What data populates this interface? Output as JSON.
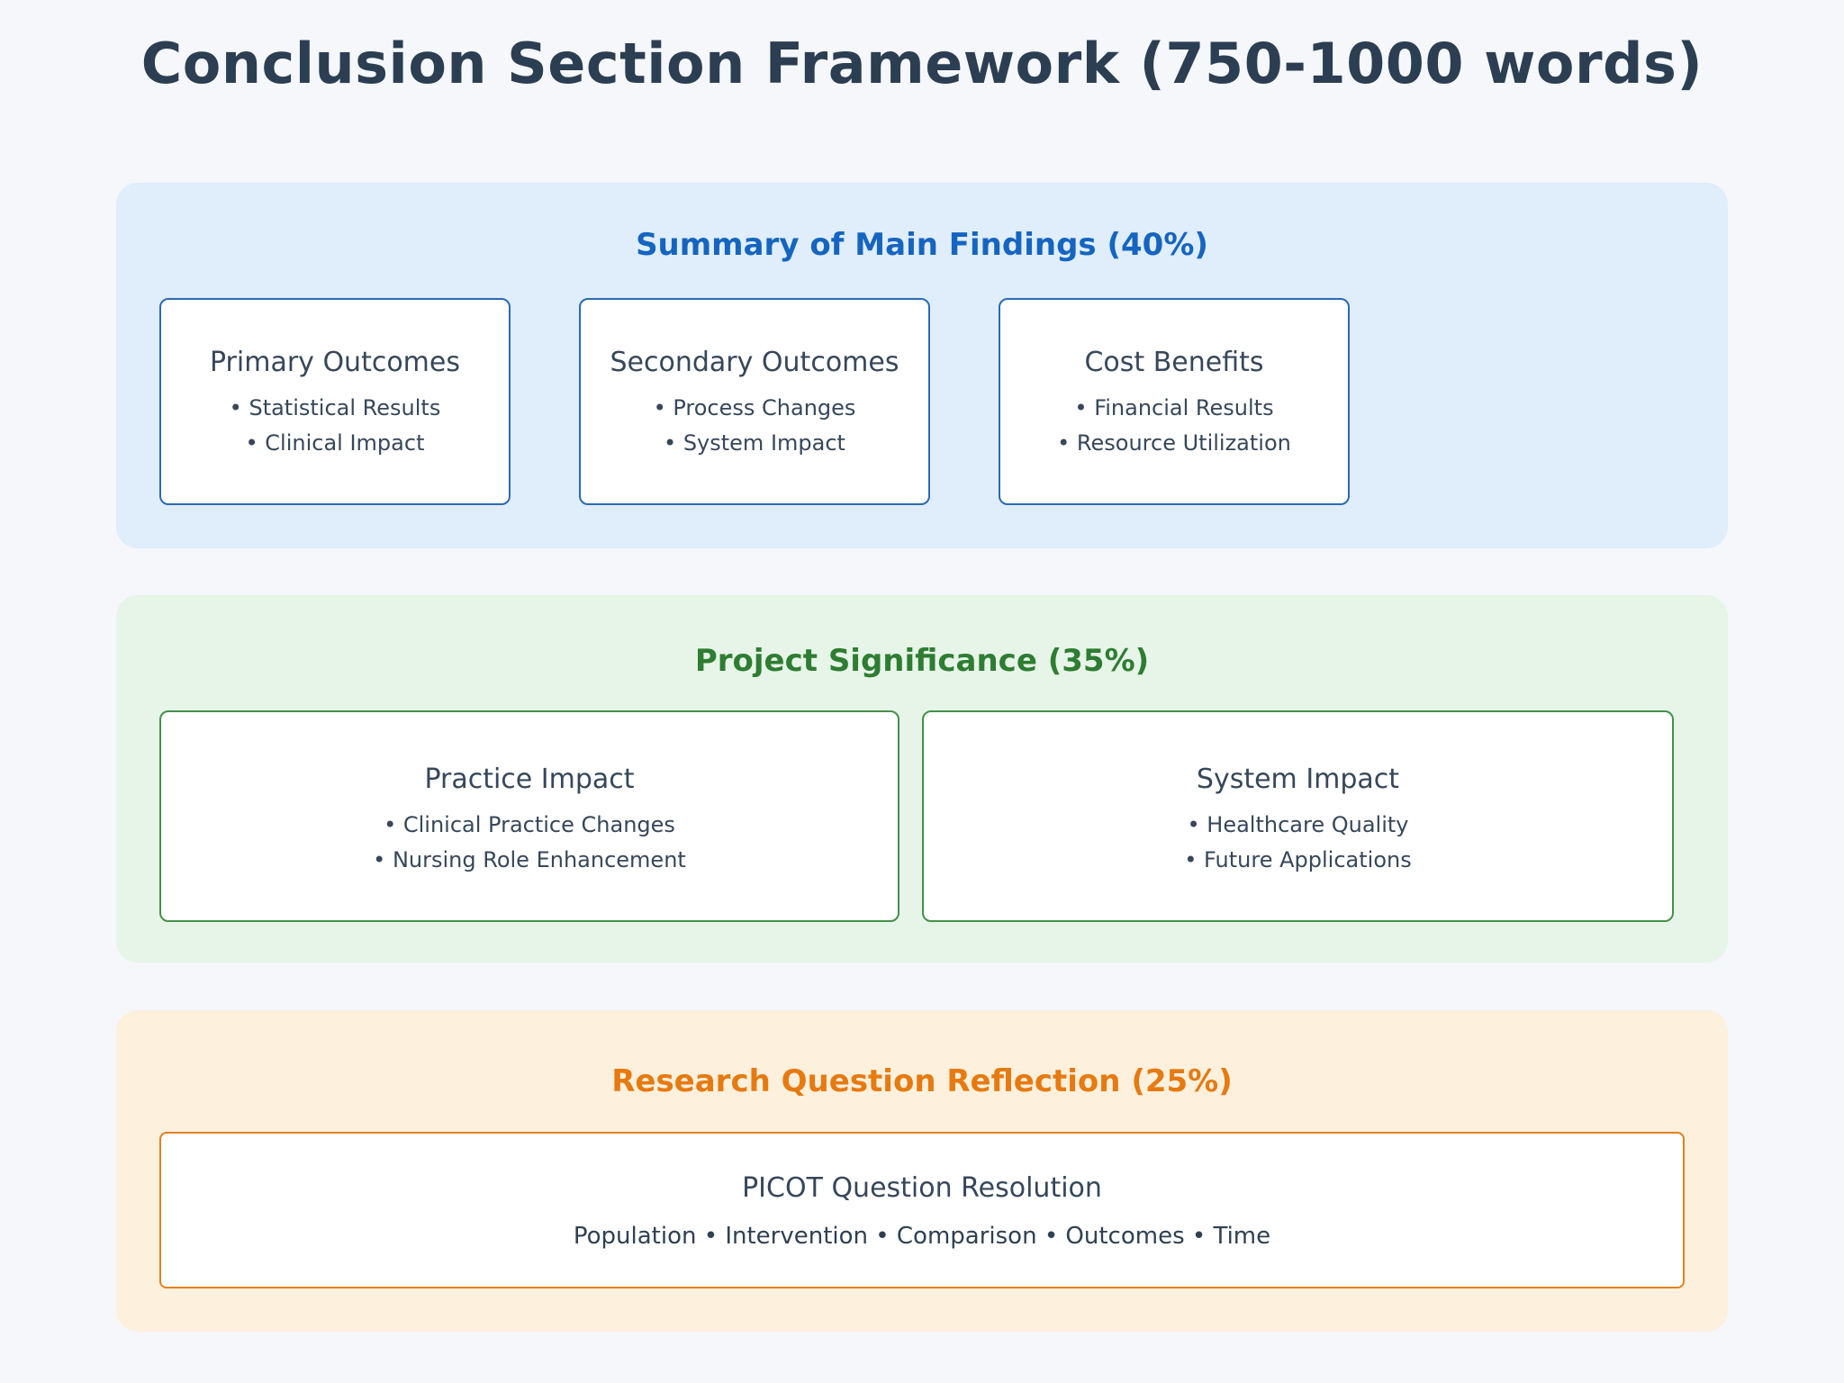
{
  "page": {
    "title": "Conclusion Section Framework (750-1000 words)"
  },
  "colors": {
    "page_background": "#f5f7fa",
    "title_text": "#2b3e52",
    "summary_bg": "#e0edfb",
    "summary_border": "#2a6ab5",
    "summary_header": "#1565c0",
    "significance_bg": "#e7f4e8",
    "significance_border": "#449148",
    "significance_header": "#2e7d32",
    "reflection_bg": "#fdf0dc",
    "reflection_border": "#e2811d",
    "reflection_header": "#e67a11",
    "card_text": "#37475a"
  },
  "sections": {
    "summary": {
      "header": "Summary of Main Findings (40%)",
      "cards": [
        {
          "title": "Primary Outcomes",
          "bullets": [
            "• Statistical Results",
            "• Clinical Impact"
          ]
        },
        {
          "title": "Secondary Outcomes",
          "bullets": [
            "• Process Changes",
            "• System Impact"
          ]
        },
        {
          "title": "Cost Benefits",
          "bullets": [
            "• Financial Results",
            "• Resource Utilization"
          ]
        }
      ]
    },
    "significance": {
      "header": "Project Significance (35%)",
      "cards": [
        {
          "title": "Practice Impact",
          "bullets": [
            "• Clinical Practice Changes",
            "• Nursing Role Enhancement"
          ]
        },
        {
          "title": "System Impact",
          "bullets": [
            "• Healthcare Quality",
            "• Future Applications"
          ]
        }
      ]
    },
    "reflection": {
      "header": "Research Question Reflection (25%)",
      "card": {
        "title": "PICOT Question Resolution",
        "subtitle": "Population • Intervention • Comparison • Outcomes • Time"
      }
    }
  }
}
